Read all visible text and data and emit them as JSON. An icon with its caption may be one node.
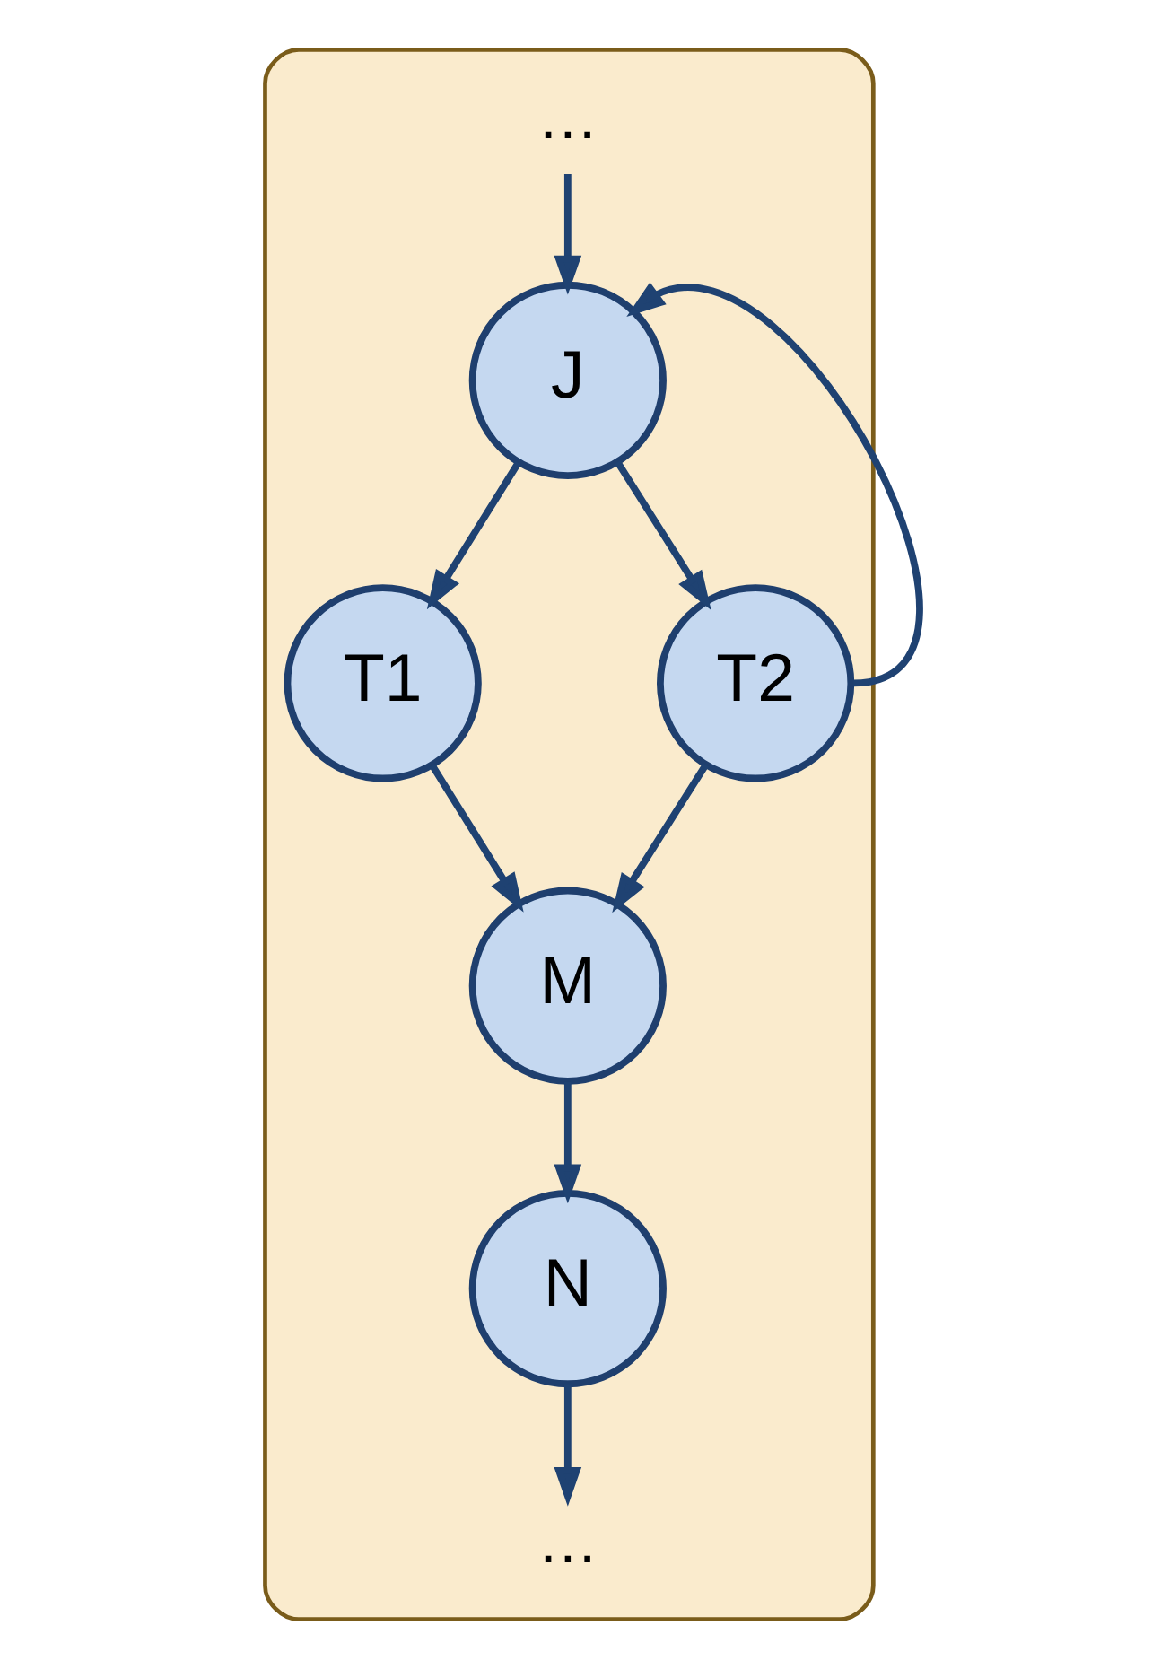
{
  "diagram": {
    "nodes": [
      {
        "text": [],
        "shape": "box"
      },
      {
        "text": [
          "…"
        ],
        "in": 0
      },
      {
        "text": [
          "J"
        ],
        "in": 0
      },
      {
        "text": [
          "T1"
        ],
        "in": 0
      },
      {
        "text": [
          "T2"
        ],
        "in": 0
      },
      {
        "text": [
          "M"
        ],
        "in": 0
      },
      {
        "text": [
          "N"
        ],
        "in": 0
      },
      {
        "text": [
          "…"
        ],
        "in": 0
      }
    ],
    "edges": [
      {
        "from": 1,
        "to": 2,
        "arrow": "to"
      },
      {
        "from": 2,
        "to": 3,
        "arrow": "to"
      },
      {
        "from": 2,
        "to": 4,
        "arrow": "to"
      },
      {
        "from": 3,
        "to": 5,
        "arrow": "to"
      },
      {
        "from": 4,
        "to": 5,
        "arrow": "to"
      },
      {
        "from": 5,
        "to": 6,
        "arrow": "to"
      },
      {
        "from": 6,
        "to": 7,
        "arrow": "to"
      },
      {
        "from": 4,
        "to": 2,
        "arrow": "to"
      }
    ]
  }
}
